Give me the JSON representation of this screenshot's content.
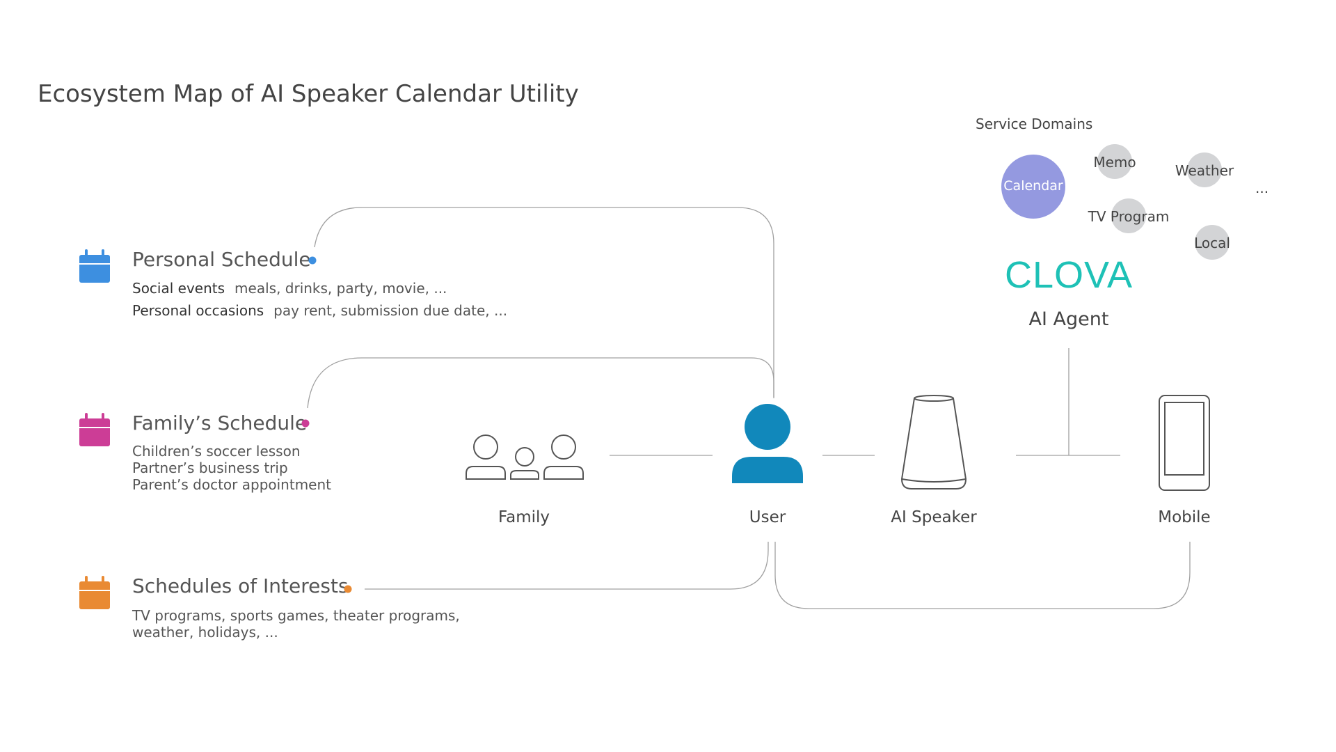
{
  "title": "Ecosystem Map of AI Speaker Calendar Utility",
  "colors": {
    "personal": "#3d8fe0",
    "family": "#cc3d96",
    "interests": "#e98a33",
    "user": "#1188bb",
    "calendar_bubble": "#9499e0",
    "clova": "#1ec1b6",
    "line": "#9a9a9a",
    "bubble": "#d3d4d6"
  },
  "schedules": {
    "personal": {
      "title": "Personal Schedule",
      "rows": [
        {
          "label": "Social events",
          "text": "meals, drinks, party, movie, ..."
        },
        {
          "label": "Personal occasions",
          "text": "pay rent, submission due date, ..."
        }
      ]
    },
    "family": {
      "title": "Family’s Schedule",
      "lines": [
        "Children’s soccer lesson",
        "Partner’s business trip",
        "Parent’s doctor appointment"
      ]
    },
    "interests": {
      "title": "Schedules of Interests",
      "lines": [
        "TV programs, sports games, theater programs,",
        "weather, holidays, ..."
      ]
    }
  },
  "nodes": {
    "family": "Family",
    "user": "User",
    "speaker": "AI Speaker",
    "mobile": "Mobile"
  },
  "agent": {
    "brand": "CLOVA",
    "label": "AI Agent",
    "domains_title": "Service Domains",
    "domains": {
      "calendar": "Calendar",
      "memo": "Memo",
      "weather": "Weather",
      "tv": "TV Program",
      "local": "Local",
      "more": "..."
    }
  }
}
